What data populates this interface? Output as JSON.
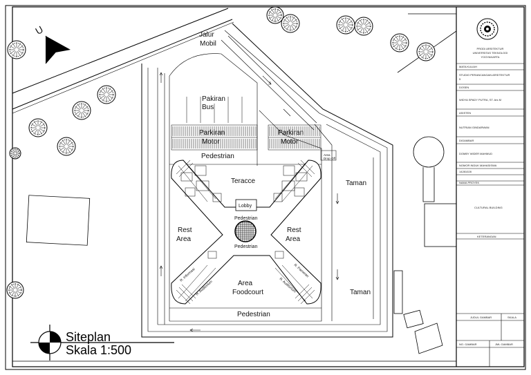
{
  "labels": {
    "jalur_mobil": [
      "Jalur",
      "Mobil"
    ],
    "pakiran_bus": [
      "Pakiran",
      "Bus"
    ],
    "parkiran_motor_left": [
      "Parkiran",
      "Motor"
    ],
    "parkiran_motor_right": [
      "Parkiran",
      "Motor"
    ],
    "pedestrian_top": "Pedestrian",
    "area_drop_off": [
      "Area",
      "Drop Off"
    ],
    "teracce": "Teracce",
    "lobby": "Lobby",
    "pedestrian_center_top": "Pedestrian",
    "pedestrian_center_bottom": "Pedestrian",
    "rest_area_left": [
      "Rest",
      "Area"
    ],
    "rest_area_right": [
      "Rest",
      "Area"
    ],
    "area_foodcourt": [
      "Area",
      "Foodcourt"
    ],
    "taman_top": "Taman",
    "taman_bottom": "Taman",
    "pedestrian_bottom": "Pedestrian",
    "r_informasi": "R. Informasi",
    "r_auditorium_left": "R. Auditorium",
    "r_pameran": "R. Pameran",
    "r_auditorium_right": "R. Auditorium",
    "north_letter": "U"
  },
  "scale": {
    "title": "Siteplan",
    "subtitle": "Skala 1:500"
  },
  "title_block": {
    "institution": [
      "PRODI ARSITEKTUR",
      "UNIVERSITAS TEKNOLOGI",
      "YOGYAKARTA"
    ],
    "mata_kuliah_label": "MATA KULIAH",
    "mata_kuliah": [
      "STUDIO PERANCANGAN ARSITEKTUR",
      "5"
    ],
    "dosen_label": "DOSEN",
    "dosen": "WIDYA SPADY PUTRA, ST. Ars M",
    "asisten_label": "ASISTEN",
    "asisten": "NUTRIAN GINDARWAN",
    "digambar_label": "DIGAMBAR",
    "digambar": "DOMBY WIDER MAHMUD",
    "nomor_label": "NOMOR INDUK MAHASISWA",
    "nomor": "14281028",
    "nama_proyek_label": "NAMA PROYEK",
    "nama_proyek": "CULTURAL BUILDING",
    "keterangan_label": "KETERANGAN",
    "judul_gambar_label": "JUDUL GAMBAR",
    "skala_label": "SKALA",
    "no_gambar_label": "NO. GAMBAR",
    "jml_gambar_label": "JML GAMBAR"
  }
}
